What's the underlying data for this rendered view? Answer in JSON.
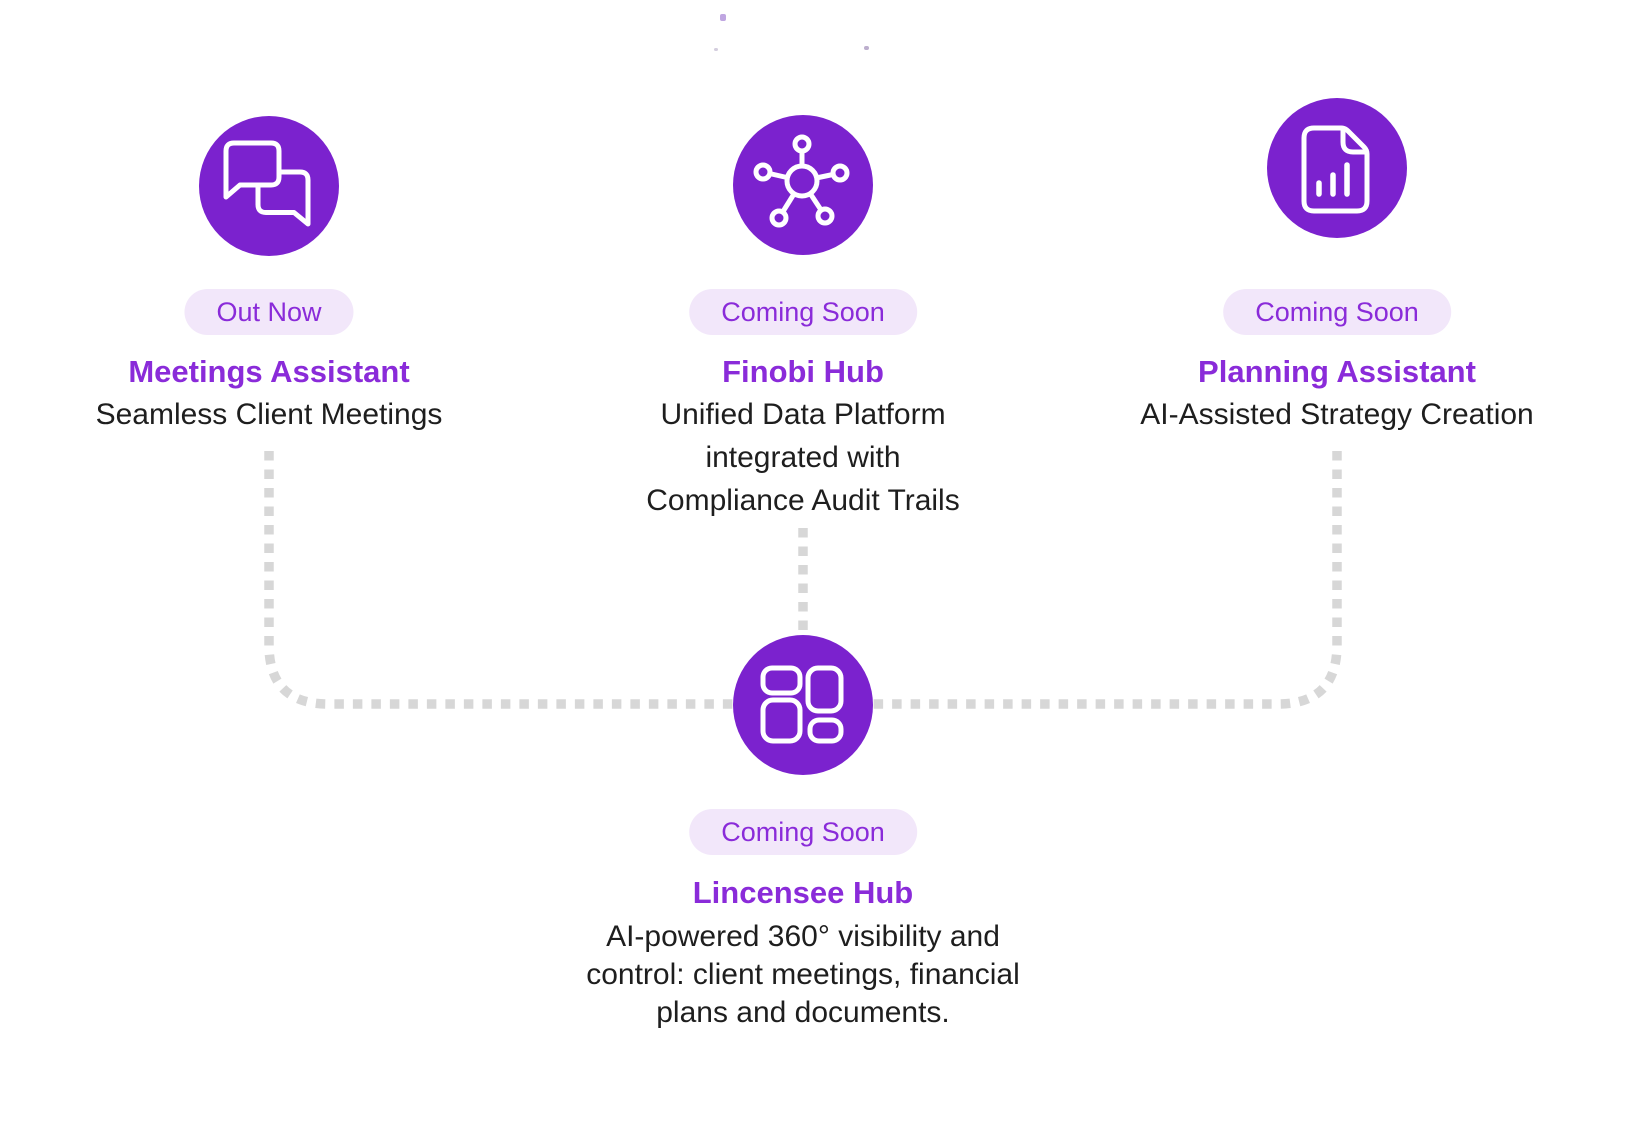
{
  "theme": {
    "circle_fill": "#7B22CE",
    "accent_text": "#8A2BD9",
    "badge_background": "#F2E7FA",
    "body_text": "#1E1E1E",
    "connector_dots": "#D7D7D7"
  },
  "diagram": {
    "type": "product-roadmap",
    "products": [
      {
        "id": "meetings-assistant",
        "icon": "chat-bubbles-icon",
        "badge": "Out Now",
        "title": "Meetings Assistant",
        "description": "Seamless Client Meetings"
      },
      {
        "id": "finobi-hub",
        "icon": "network-hub-icon",
        "badge": "Coming Soon",
        "title": "Finobi Hub",
        "description": "Unified Data Platform\nintegrated with\nCompliance Audit Trails"
      },
      {
        "id": "planning-assistant",
        "icon": "document-chart-icon",
        "badge": "Coming Soon",
        "title": "Planning Assistant",
        "description": "AI-Assisted Strategy Creation"
      },
      {
        "id": "lincensee-hub",
        "icon": "dashboard-grid-icon",
        "badge": "Coming Soon",
        "title": "Lincensee Hub",
        "description": "AI-powered 360° visibility and\ncontrol: client meetings, financial\nplans and documents."
      }
    ]
  }
}
